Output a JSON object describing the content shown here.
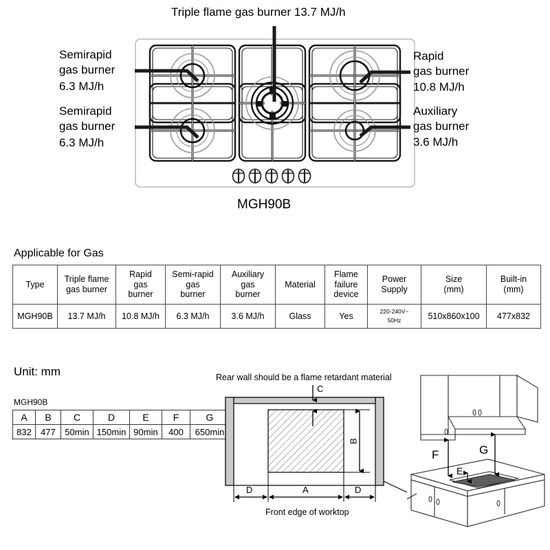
{
  "hob": {
    "top_label": "Triple flame gas burner 13.7 MJ/h",
    "left_top": {
      "line1": "Semirapid",
      "line2": "gas burner",
      "line3": "6.3 MJ/h"
    },
    "left_bottom": {
      "line1": "Semirapid",
      "line2": "gas burner",
      "line3": "6.3 MJ/h"
    },
    "right_top": {
      "line1": "Rapid",
      "line2": "gas burner",
      "line3": "10.8 MJ/h"
    },
    "right_bottom": {
      "line1": "Auxiliary",
      "line2": "gas burner",
      "line3": "3.6 MJ/h"
    },
    "model": "MGH90B",
    "knob_count": 5
  },
  "spec_section": {
    "heading": "Applicable for Gas",
    "headers": [
      "Type",
      "Triple flame\ngas burner",
      "Rapid\ngas\nburner",
      "Semi-rapid\ngas\nburner",
      "Auxiliary\ngas\nburner",
      "Material",
      "Flame\nfailure\ndevice",
      "Power\nSupply",
      "Size\n(mm)",
      "Built-in\n(mm)"
    ],
    "rows": [
      {
        "type": "MGH90B",
        "triple_flame": "13.7 MJ/h",
        "rapid": "10.8 MJ/h",
        "semi_rapid": "6.3 MJ/h",
        "auxiliary": "3.6 MJ/h",
        "material": "Glass",
        "flame_failure": "Yes",
        "power_line1": "220-240V~",
        "power_line2": "50Hz",
        "size": "510x860x100",
        "built_in": "477x832"
      }
    ]
  },
  "dims_section": {
    "unit_note": "Unit: mm",
    "model": "MGH90B",
    "headers": [
      "A",
      "B",
      "C",
      "D",
      "E",
      "F",
      "G"
    ],
    "values": [
      "832",
      "477",
      "50min",
      "150min",
      "90min",
      "400",
      "650min"
    ]
  },
  "cutout_figure": {
    "title": "Rear wall should be a flame retardant material",
    "caption": "Front edge of worktop",
    "labels": {
      "c": "C",
      "b": "B",
      "a": "A",
      "d_left": "D",
      "d_right": "D"
    }
  },
  "kitchen_figure": {
    "labels": {
      "f": "F",
      "e": "E",
      "g": "G"
    }
  },
  "colors": {
    "line": "#000000",
    "wall_fill": "#c9c9c9",
    "hatch": "#555555",
    "grey_line": "#8a8a8a",
    "hob_panel": "#ffffff",
    "cooktop_fill": "#5e5e5e"
  }
}
